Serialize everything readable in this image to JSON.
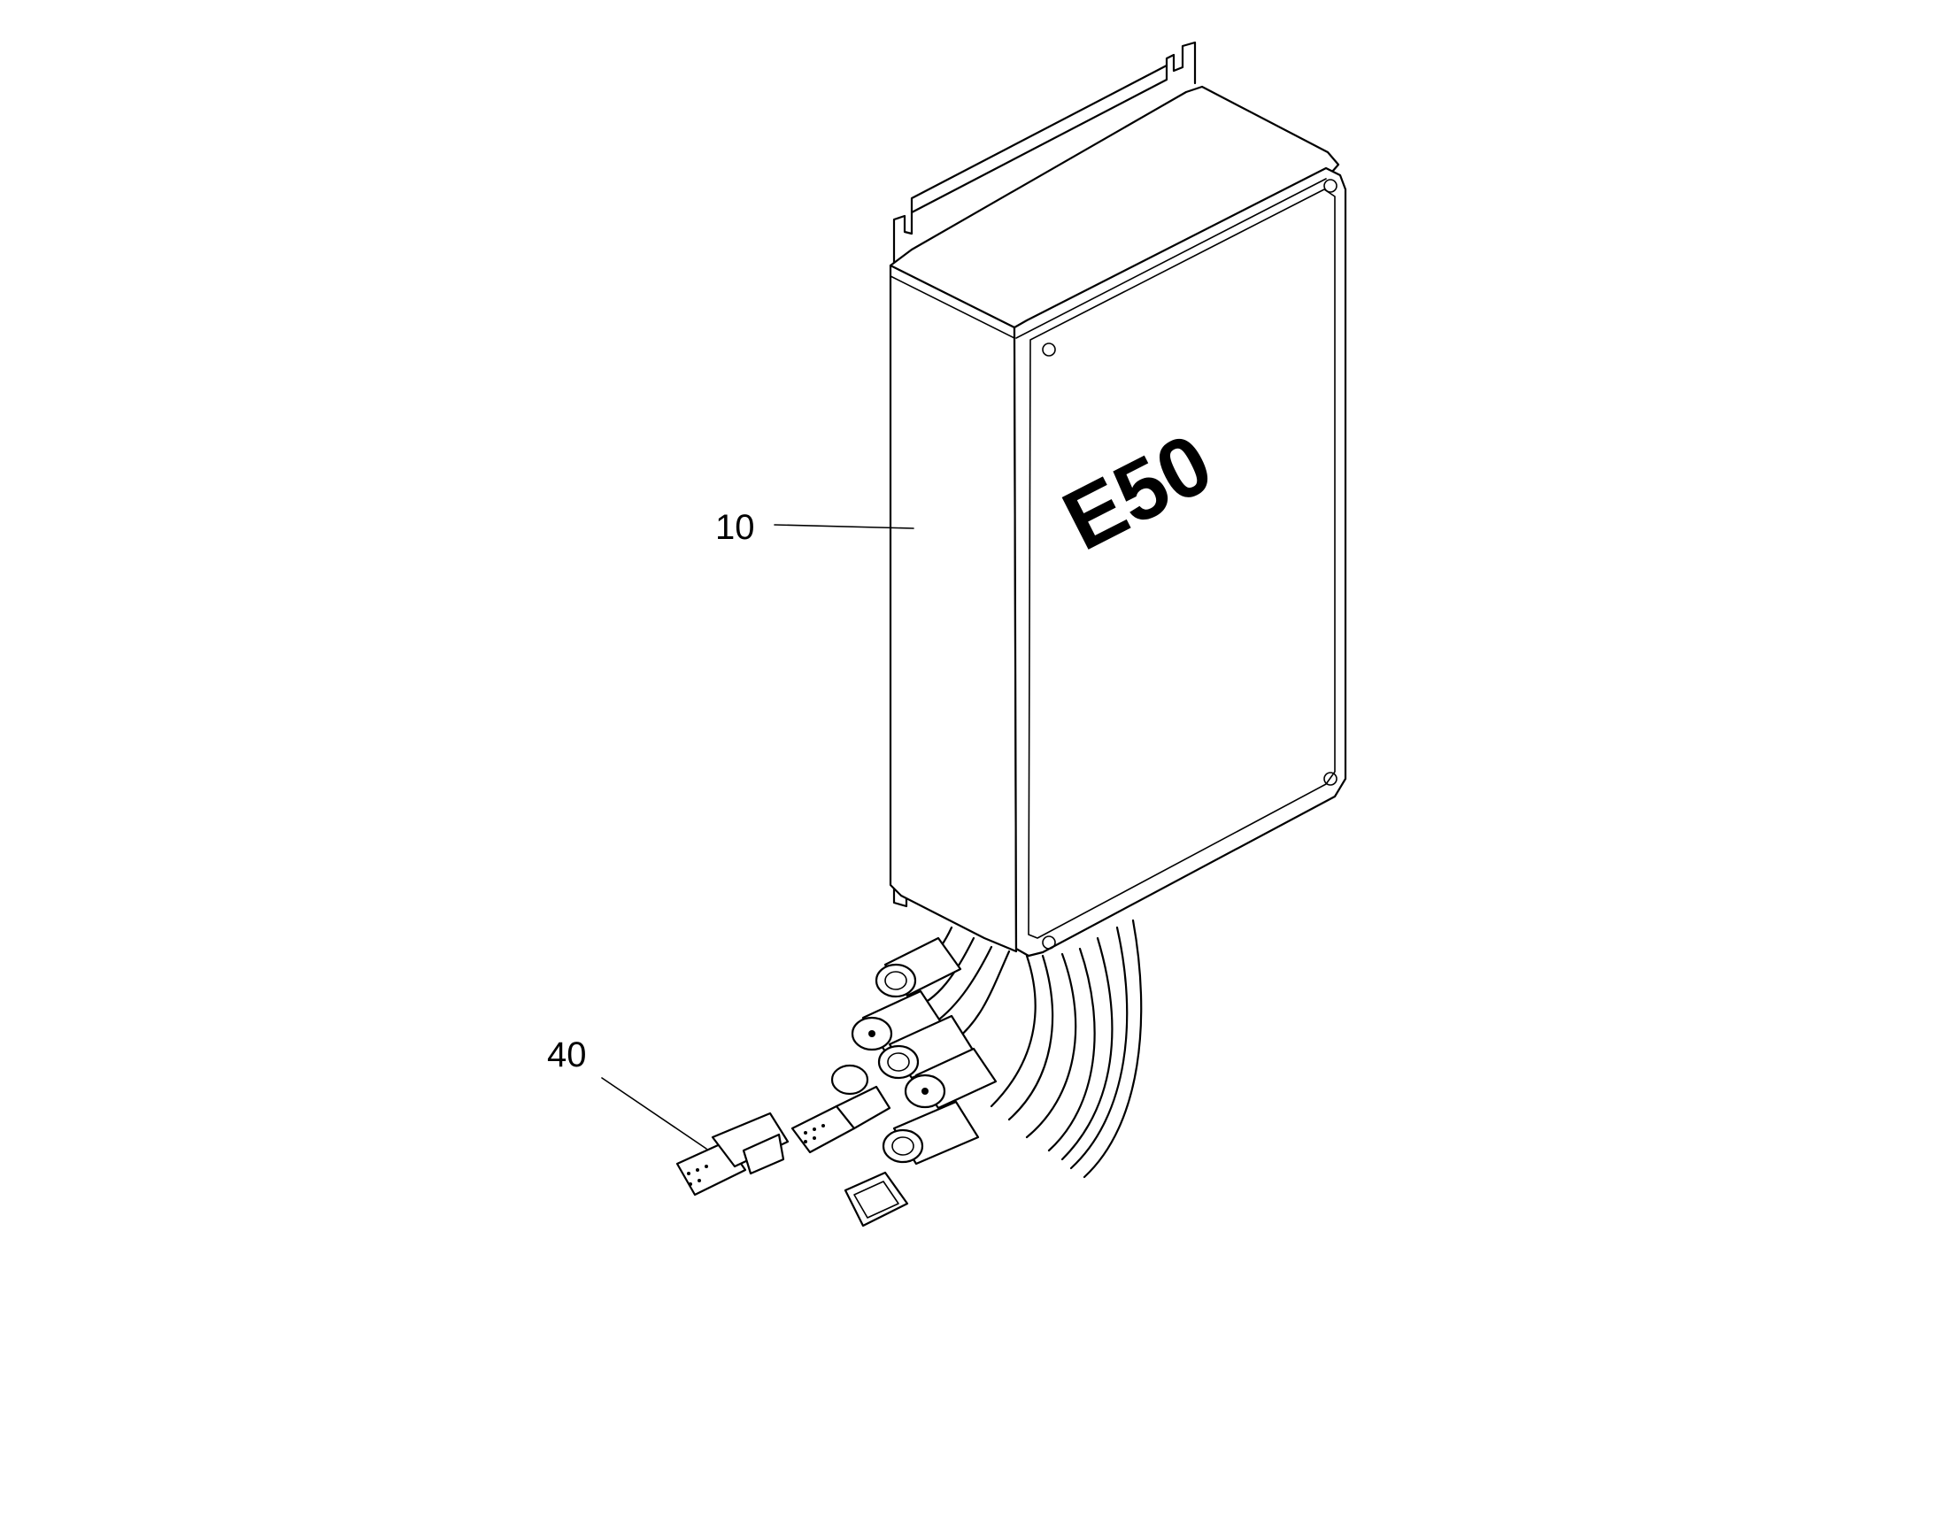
{
  "diagram": {
    "unit_label": "E50",
    "callouts": [
      {
        "id": "callout-10",
        "text": "10"
      },
      {
        "id": "callout-40",
        "text": "40"
      }
    ]
  }
}
